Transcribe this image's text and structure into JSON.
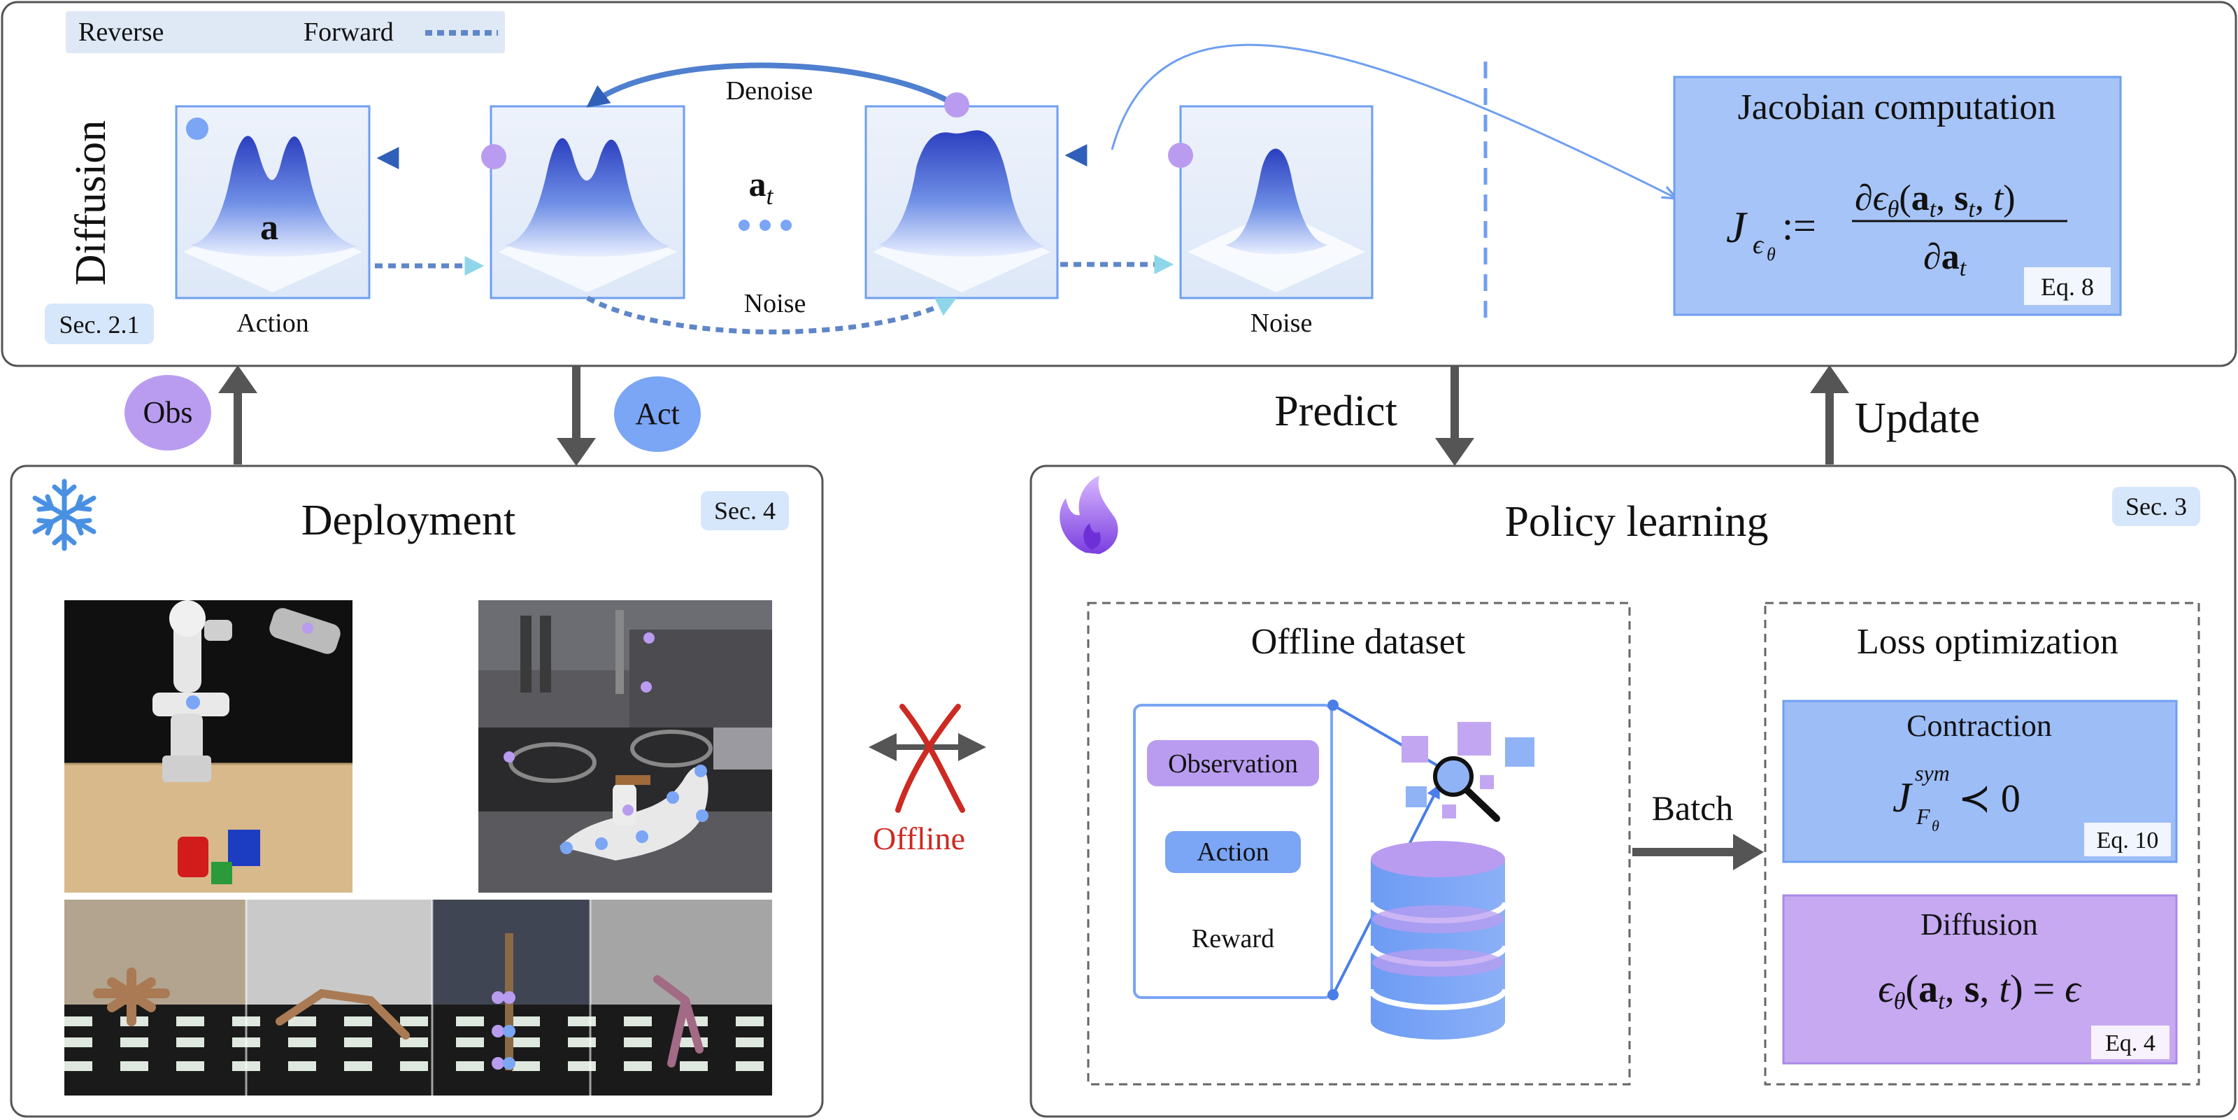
{
  "legend": {
    "reverse_label": "Reverse",
    "forward_label": "Forward"
  },
  "diffusion_panel": {
    "title": "Diffusion",
    "section_tag": "Sec. 2.1",
    "action_label": "Action",
    "action_symbol": "a",
    "at_symbol": "a",
    "at_subscript": "t",
    "ellipsis": "• • •",
    "denoise_label": "Denoise",
    "noise_arc_label": "Noise",
    "noise_box_label": "Noise"
  },
  "jacobian_panel": {
    "title": "Jacobian computation",
    "eq_tag": "Eq. 8"
  },
  "bubbles": {
    "obs": "Obs",
    "act": "Act"
  },
  "arrows": {
    "predict": "Predict",
    "update": "Update"
  },
  "deployment_panel": {
    "title": "Deployment",
    "section_tag": "Sec. 4"
  },
  "offline_label": "Offline",
  "policy_panel": {
    "title": "Policy learning",
    "section_tag": "Sec. 3",
    "dataset_title": "Offline dataset",
    "items": [
      "Observation",
      "Action",
      "Reward"
    ],
    "batch_label": "Batch",
    "loss_title": "Loss optimization",
    "contraction_title": "Contraction",
    "contraction_eq_tag": "Eq. 10",
    "diffusion_title": "Diffusion",
    "diffusion_eq_tag": "Eq. 4"
  },
  "colors": {
    "panel_border": "#555555",
    "purple": "#b99cf0",
    "blue": "#7ba5f5",
    "light_blue_tag": "#d6e6fb",
    "jacobian_fill": "#a6c4f7",
    "contraction_fill": "#9dbdf7",
    "diffusion_fill": "#c6a9f1",
    "offline_red": "#cc2a22",
    "arrow_gray": "#555555"
  }
}
